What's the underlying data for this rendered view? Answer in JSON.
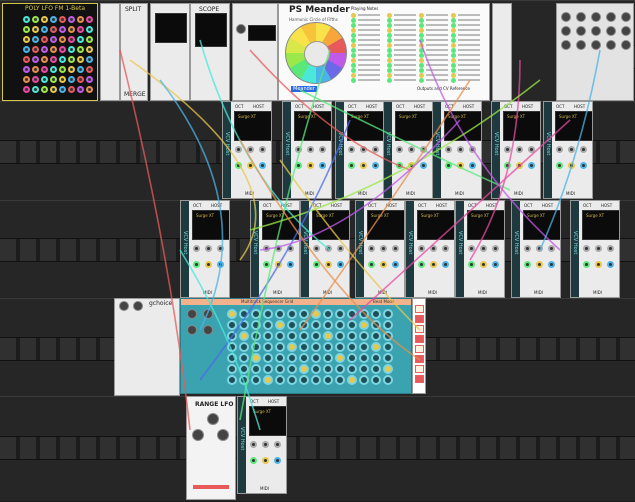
{
  "rack": {
    "rows": 5
  },
  "modules": {
    "lfo_bank": {
      "title": "POLY LFO  FM 1-Beta"
    },
    "split": {
      "title": "SPLIT",
      "footer": "MERGE"
    },
    "meander": {
      "title": "PS Meander",
      "subtitle": "Harmonic Circle of Fifths",
      "section_playing": "Playing Notes",
      "section_outputs": "Outputs and CV Reference",
      "panel_label": "Meander"
    },
    "scope": {
      "title": "SCOPE"
    },
    "gchoice": {
      "title": "gchoice"
    },
    "sequencer": {
      "title": "Multitrack Sequencer Grid",
      "tag": "Beat Mode"
    },
    "range_lfo": {
      "title": "RANGE LFO"
    },
    "host": {
      "label": "HOST",
      "oct_label": "OCT",
      "io_label": "MIDI",
      "plugin_name": "Surge XT",
      "side_text": "VCV Host"
    }
  },
  "colors": {
    "rail": "#666666",
    "module_panel": "#ebebeb",
    "sequencer_teal": "#3ba2b0",
    "screen_amber": "#d3b84c",
    "cable_palette": [
      "#e8c84a",
      "#4ab3e8",
      "#e85a5a",
      "#5ae87a",
      "#c05ae8",
      "#e88f4a",
      "#4ae8d8",
      "#e84aa3",
      "#9ae84a",
      "#4a6ae8"
    ]
  }
}
